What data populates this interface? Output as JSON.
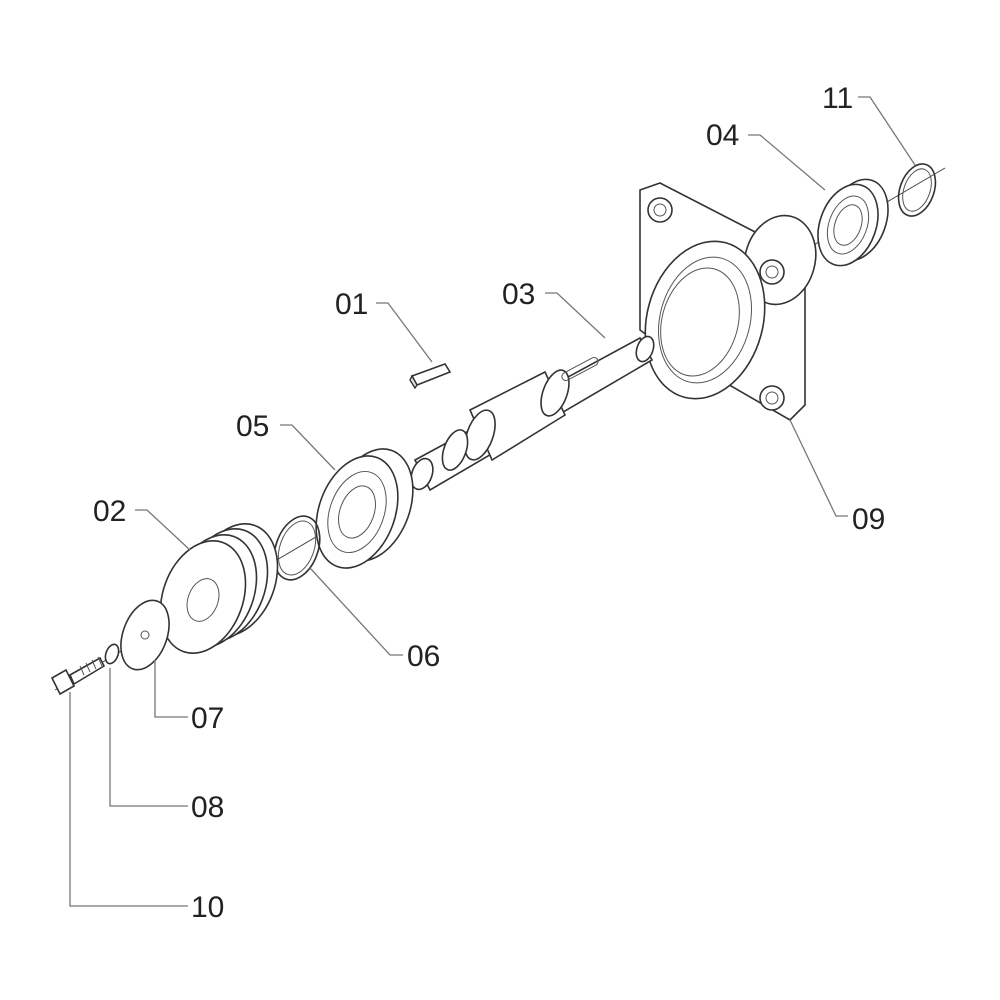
{
  "diagram": {
    "type": "exploded-parts-view",
    "callouts": {
      "p01": "01",
      "p02": "02",
      "p03": "03",
      "p04": "04",
      "p05": "05",
      "p06": "06",
      "p07": "07",
      "p08": "08",
      "p09": "09",
      "p10": "10",
      "p11": "11"
    }
  }
}
